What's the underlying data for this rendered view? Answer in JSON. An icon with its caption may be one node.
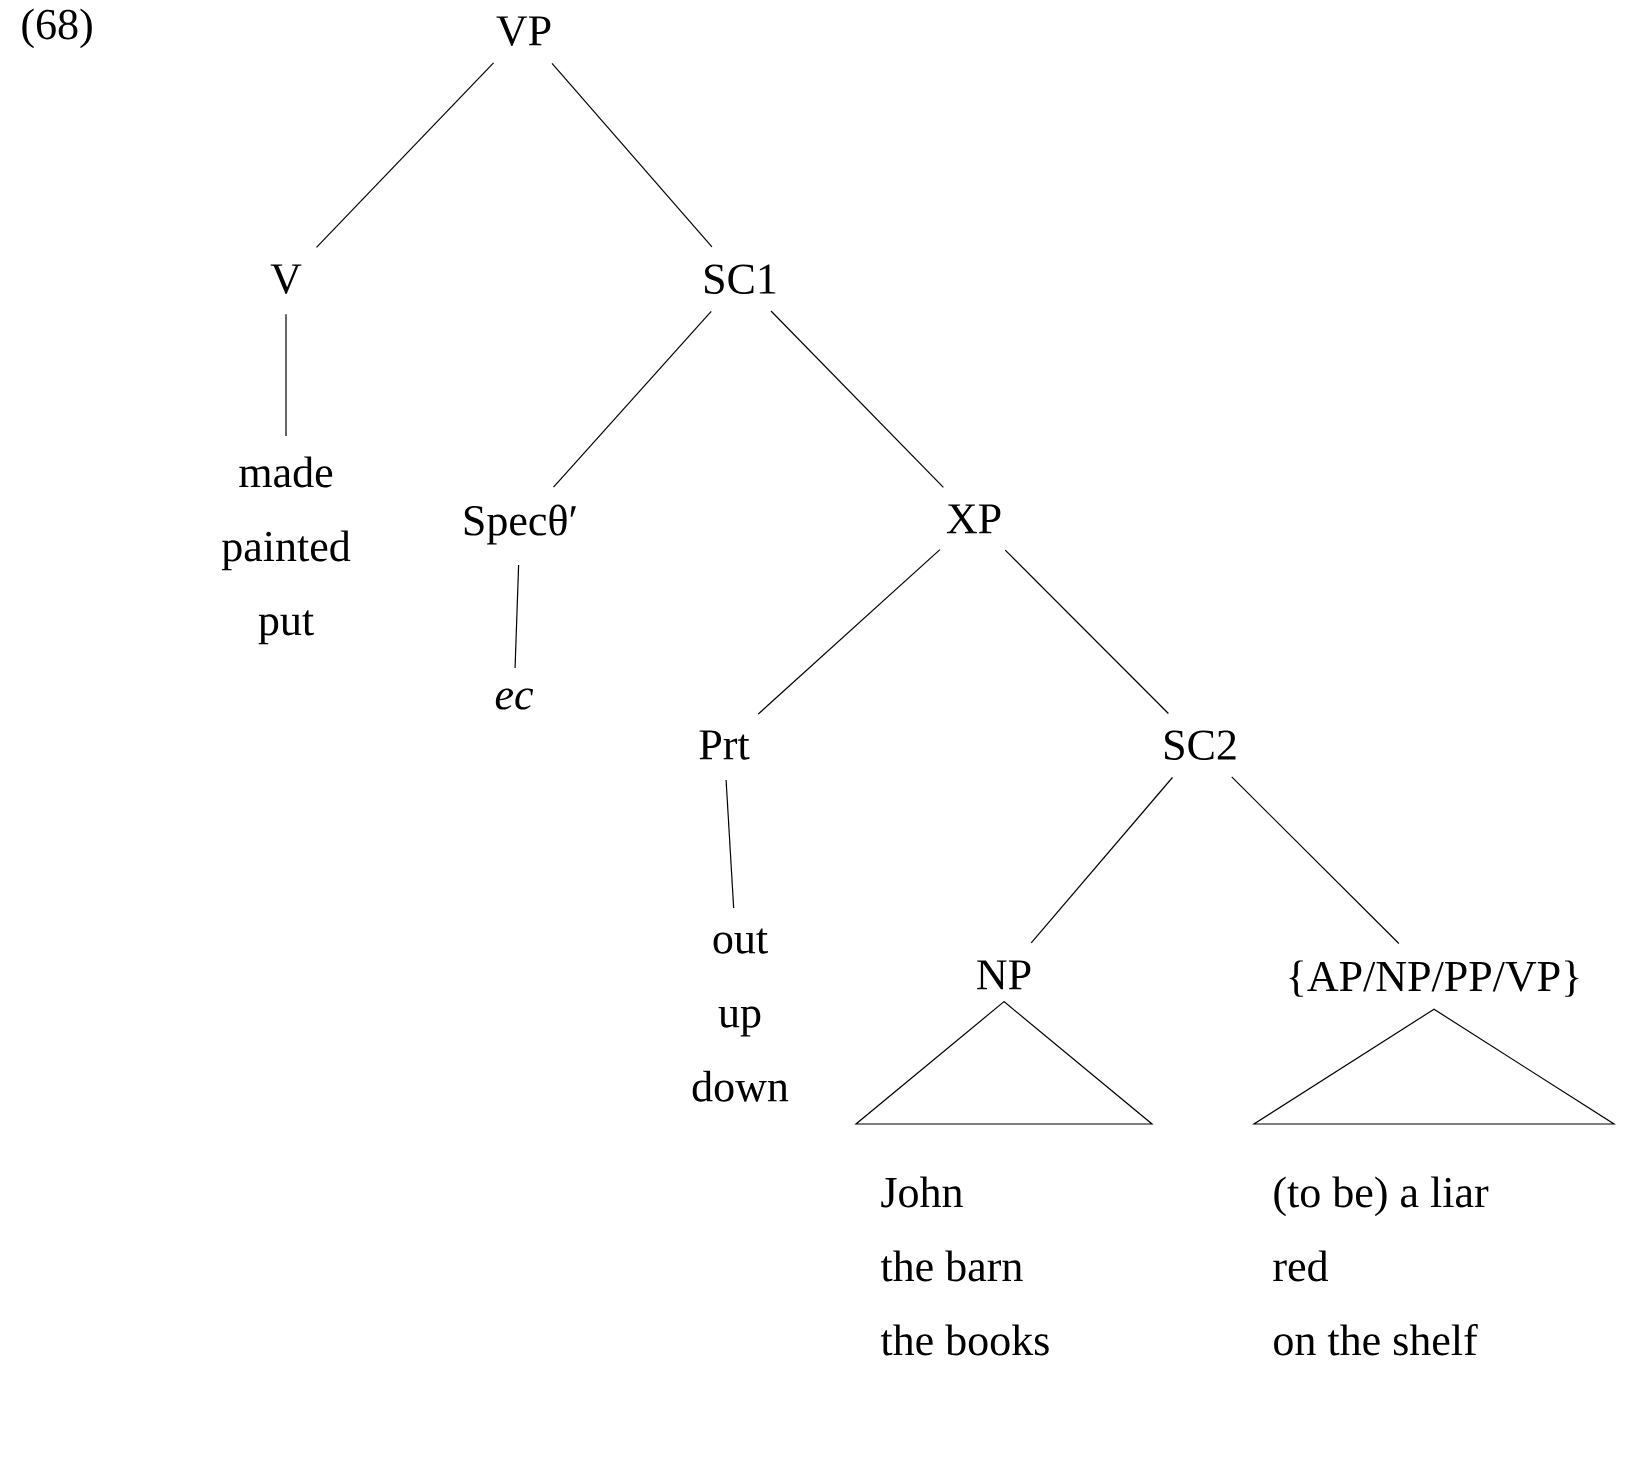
{
  "diagram": {
    "nodes": [
      {
        "text": [
          "VP"
        ]
      },
      {
        "text": [
          "V"
        ]
      },
      {
        "text": [
          "made",
          "painted",
          "put"
        ]
      },
      {
        "text": [
          "SC1"
        ]
      },
      {
        "text": [
          "Specθ′"
        ]
      },
      {
        "text": [
          "ec"
        ]
      },
      {
        "text": [
          "XP"
        ]
      },
      {
        "text": [
          "Prt"
        ]
      },
      {
        "text": [
          "out",
          "up",
          "down"
        ]
      },
      {
        "text": [
          "SC2"
        ]
      },
      {
        "text": [
          "NP"
        ]
      },
      {
        "text": [
          "{AP/NP/PP/VP}"
        ]
      },
      {
        "text": [
          "John",
          "the barn",
          "the books"
        ]
      },
      {
        "text": [
          "(to be) a liar",
          "red",
          "on the shelf"
        ]
      }
    ],
    "edges": [
      {
        "from": 0,
        "to": 1,
        "arrow": "none"
      },
      {
        "from": 0,
        "to": 3,
        "arrow": "none"
      },
      {
        "from": 1,
        "to": 2,
        "arrow": "none"
      },
      {
        "from": 3,
        "to": 4,
        "arrow": "none"
      },
      {
        "from": 3,
        "to": 6,
        "arrow": "none"
      },
      {
        "from": 4,
        "to": 5,
        "arrow": "none"
      },
      {
        "from": 6,
        "to": 7,
        "arrow": "none"
      },
      {
        "from": 6,
        "to": 9,
        "arrow": "none"
      },
      {
        "from": 7,
        "to": 8,
        "arrow": "none"
      },
      {
        "from": 9,
        "to": 10,
        "arrow": "none"
      },
      {
        "from": 9,
        "to": 11,
        "arrow": "none"
      },
      {
        "from": 10,
        "to": 12,
        "arrow": "none"
      },
      {
        "from": 11,
        "to": 13,
        "arrow": "none"
      }
    ],
    "labels": [
      "(68)"
    ]
  }
}
